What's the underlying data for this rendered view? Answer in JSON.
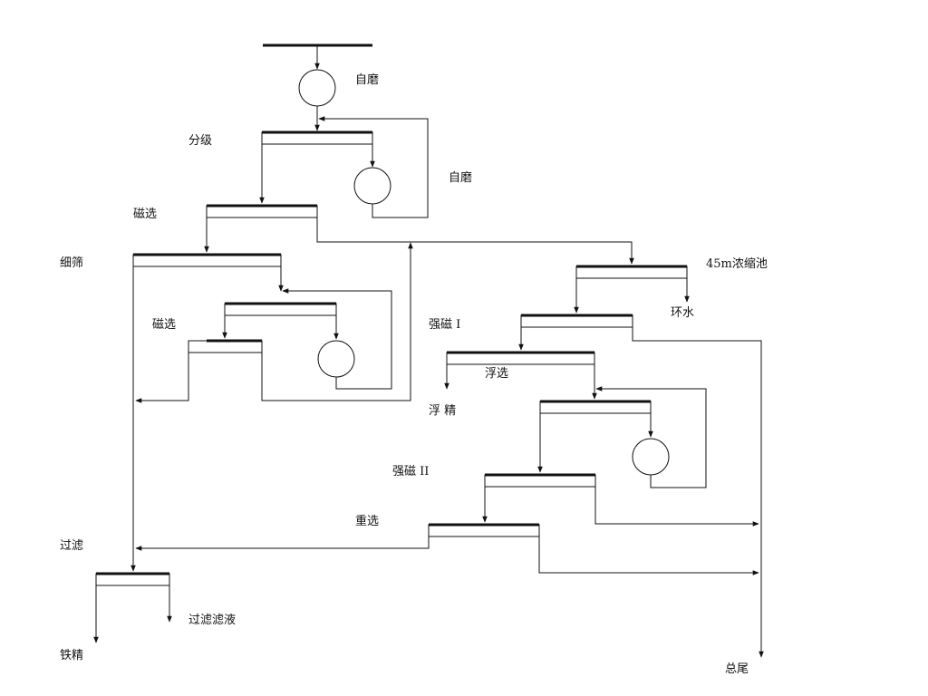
{
  "diagram": {
    "colors": {
      "stroke": "#111111",
      "background": "#ffffff"
    },
    "labels": {
      "grind_1": "自磨",
      "classify": "分级",
      "grind_2": "自磨",
      "mag_1": "磁选",
      "fine_screen": "细筛",
      "mag_2": "磁选",
      "thickener": "45m浓缩池",
      "circ_water": "环水",
      "strong_mag_1": "强磁 I",
      "flotation": "浮选",
      "float_conc": "浮 精",
      "strong_mag_2": "强磁 II",
      "gravity": "重选",
      "filter": "过滤",
      "filtrate": "过滤滤液",
      "iron_conc": "铁精",
      "total_tail": "总尾"
    }
  }
}
